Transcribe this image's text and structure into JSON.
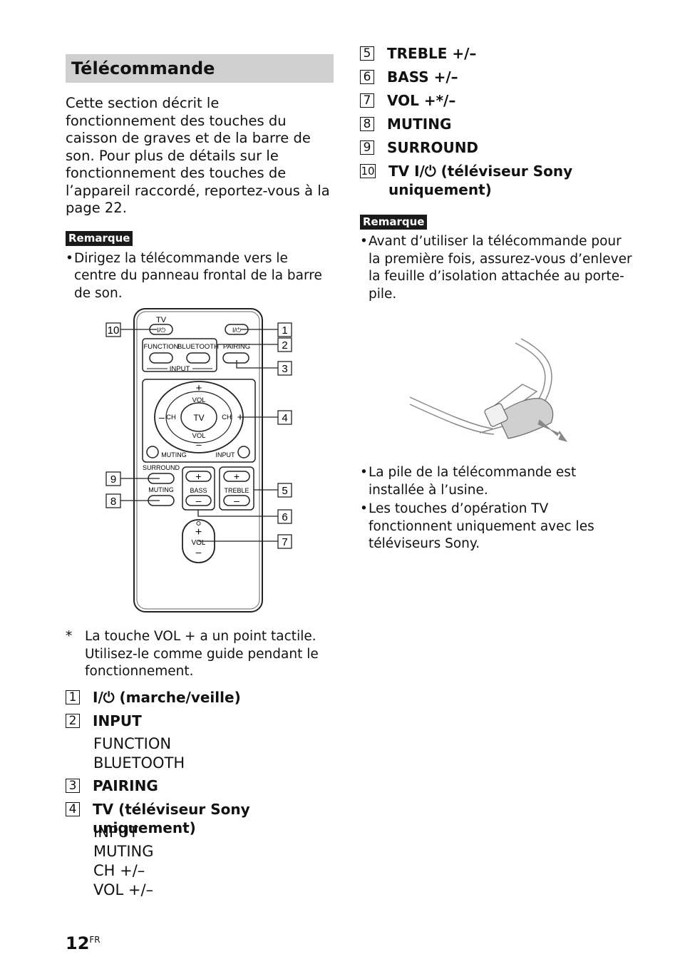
{
  "left": {
    "title": "Télécommande",
    "intro": "Cette section décrit le fonctionnement des touches du caisson de graves et de la barre de son. Pour plus de détails sur le fonctionnement des touches de l’appareil raccordé, reportez-vous à la page 22.",
    "note_tag": "Remarque",
    "note_bullet": "Dirigez la télécommande vers le centre du panneau frontal de la barre de son.",
    "footnote_mark": "*",
    "footnote": "La touche VOL + a un point tactile. Utilisez-le comme guide pendant le fonctionnement.",
    "items": [
      {
        "num": "1",
        "label": "I/⏻ (marche/veille)",
        "subs": []
      },
      {
        "num": "2",
        "label": "INPUT",
        "subs": [
          "FUNCTION",
          "BLUETOOTH"
        ]
      },
      {
        "num": "3",
        "label": "PAIRING",
        "subs": []
      },
      {
        "num": "4",
        "label": "TV (téléviseur Sony uniquement)",
        "subs": [
          "INPUT",
          "MUTING",
          "CH +/–",
          "VOL +/–"
        ]
      }
    ]
  },
  "right": {
    "items": [
      {
        "num": "5",
        "label": "TREBLE +/–"
      },
      {
        "num": "6",
        "label": "BASS +/–"
      },
      {
        "num": "7",
        "label": "VOL +*/–"
      },
      {
        "num": "8",
        "label": "MUTING"
      },
      {
        "num": "9",
        "label": "SURROUND"
      },
      {
        "num": "10",
        "label": "TV I/⏻ (téléviseur Sony uniquement)"
      }
    ],
    "note_tag": "Remarque",
    "bullets": [
      "Avant d’utiliser la télécommande pour la première fois, assurez-vous d’enlever la feuille d’isolation attachée au porte-pile.",
      "La pile de la télécommande est installée à l’usine.",
      "Les touches d’opération TV fonctionnent uniquement avec les téléviseurs Sony."
    ]
  },
  "remote": {
    "labels": {
      "tv": "TV",
      "power": "I/⏻",
      "function": "FUNCTION",
      "bluetooth": "BLUETOOTH",
      "input_group": "INPUT",
      "pairing": "PAIRING",
      "vol": "VOL",
      "ch": "CH",
      "tv_center": "TV",
      "muting": "MUTING",
      "input": "INPUT",
      "surround": "SURROUND",
      "bass": "BASS",
      "treble": "TREBLE",
      "plus": "+",
      "minus": "–"
    },
    "callouts": [
      "1",
      "2",
      "3",
      "4",
      "5",
      "6",
      "7",
      "8",
      "9",
      "10"
    ]
  },
  "page": {
    "number": "12",
    "suffix": "FR"
  }
}
